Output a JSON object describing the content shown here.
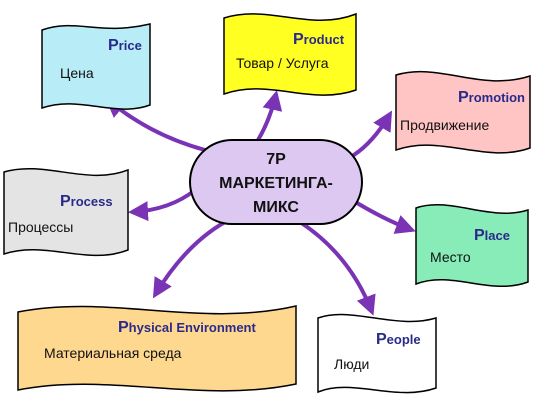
{
  "center": {
    "line1": "7P",
    "line2": "МАРКЕТИНГА-",
    "line3": "МИКС",
    "fill": "#ddc8f2"
  },
  "nodes": {
    "price": {
      "initial": "P",
      "rest": "rice",
      "ru": "Цена",
      "fill": "#b8ecf7"
    },
    "product": {
      "initial": "P",
      "rest": "roduct",
      "ru": "Товар / Услуга",
      "fill": "#ffff22"
    },
    "promotion": {
      "initial": "P",
      "rest": "romotion",
      "ru": "Продвижение",
      "fill": "#ffc4c4"
    },
    "process": {
      "initial": "P",
      "rest": "rocess",
      "ru": "Процессы",
      "fill": "#e4e4e4"
    },
    "place": {
      "initial": "P",
      "rest": "lace",
      "ru": "Место",
      "fill": "#88ecb8"
    },
    "physical": {
      "initial": "P",
      "rest": "hysical Environment",
      "ru": "Материальная среда",
      "fill": "#ffd890"
    },
    "people": {
      "initial": "P",
      "rest": "eople",
      "ru": "Люди",
      "fill": "#ffffff"
    }
  },
  "colors": {
    "arrow": "#7a33b5",
    "outline": "#000000",
    "label_en": "#2a2a8a"
  }
}
